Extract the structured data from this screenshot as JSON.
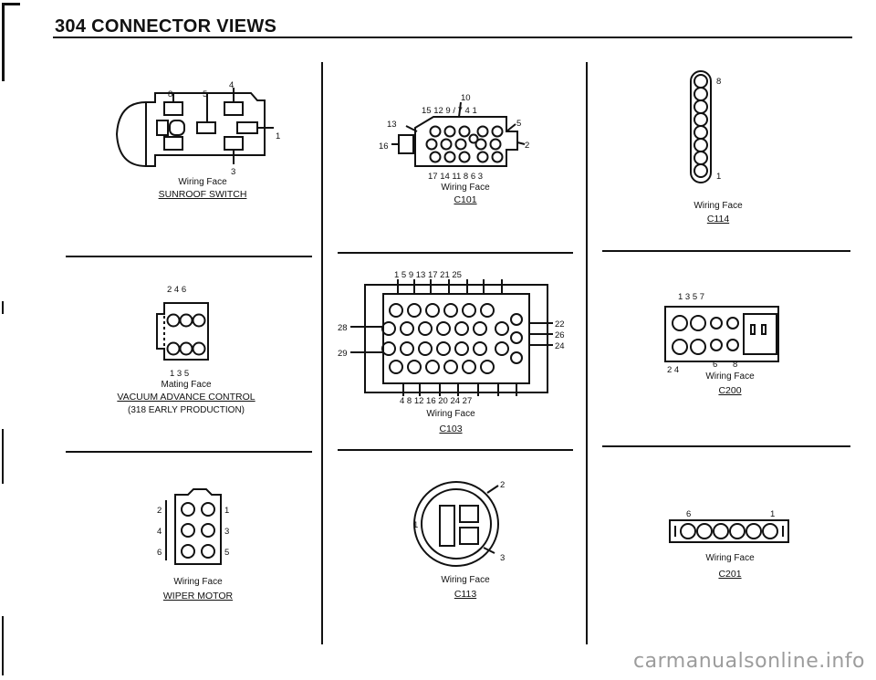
{
  "page": {
    "title": "304 CONNECTOR VIEWS"
  },
  "connectors": {
    "sunroof_switch": {
      "face": "Wiring Face",
      "name": "SUNROOF SWITCH",
      "pins": {
        "p8": "8",
        "p5": "5",
        "p4": "4",
        "p1": "1",
        "p3": "3"
      }
    },
    "c101": {
      "face": "Wiring Face",
      "name": "C101",
      "pins": {
        "top10": "10",
        "top_row": "15 12 9 / 7 4 1",
        "p13": "13",
        "p16": "16",
        "p5": "5",
        "p2": "2",
        "bottom_row": "17 14 11  8  6  3"
      }
    },
    "c114": {
      "face": "Wiring Face",
      "name": "C114",
      "pins": {
        "p8": "8",
        "p1": "1"
      }
    },
    "vacuum_advance": {
      "face": "Mating Face",
      "name": "VACUUM ADVANCE CONTROL",
      "note": "(318 EARLY PRODUCTION)",
      "pins": {
        "top_row": "2  4  6",
        "bottom_row": "1  3  5"
      }
    },
    "c103": {
      "face": "Wiring Face",
      "name": "C103",
      "pins": {
        "top_row": "1  5  9  13  17  21  25",
        "p28": "28",
        "p29": "29",
        "p22": "22",
        "p26": "26",
        "p24": "24",
        "bottom_row": "4  8  12  16  20  24  27"
      }
    },
    "c200": {
      "face": "Wiring Face",
      "name": "C200",
      "pins": {
        "top_row": "1  3  5  7",
        "bottom_row": "2  4",
        "p6": "6",
        "p8": "8"
      }
    },
    "wiper_motor": {
      "face": "Wiring Face",
      "name": "WIPER MOTOR",
      "pins": {
        "p2": "2",
        "p1": "1",
        "p4": "4",
        "p3": "3",
        "p6": "6",
        "p5": "5"
      }
    },
    "c113": {
      "face": "Wiring Face",
      "name": "C113",
      "pins": {
        "p1": "1",
        "p2": "2",
        "p3": "3"
      }
    },
    "c201": {
      "face": "Wiring Face",
      "name": "C201",
      "pins": {
        "p6": "6",
        "p1": "1"
      }
    }
  },
  "watermark": {
    "text": "carmanualsonline.info"
  }
}
